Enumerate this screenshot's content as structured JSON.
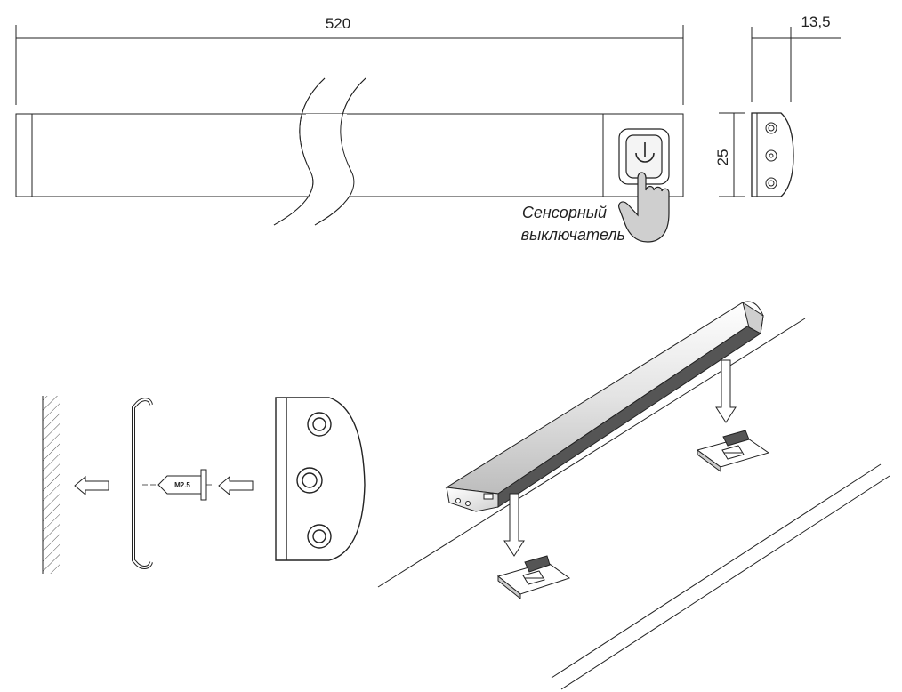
{
  "dimensions": {
    "length": "520",
    "depth": "13,5",
    "height": "25"
  },
  "caption": {
    "line1": "Сенсорный",
    "line2": "выключатель"
  },
  "screw": {
    "label": "M2.5"
  },
  "icons": [
    "power-icon",
    "hand-pointer-icon",
    "arrow-left-icon",
    "arrow-down-icon"
  ]
}
